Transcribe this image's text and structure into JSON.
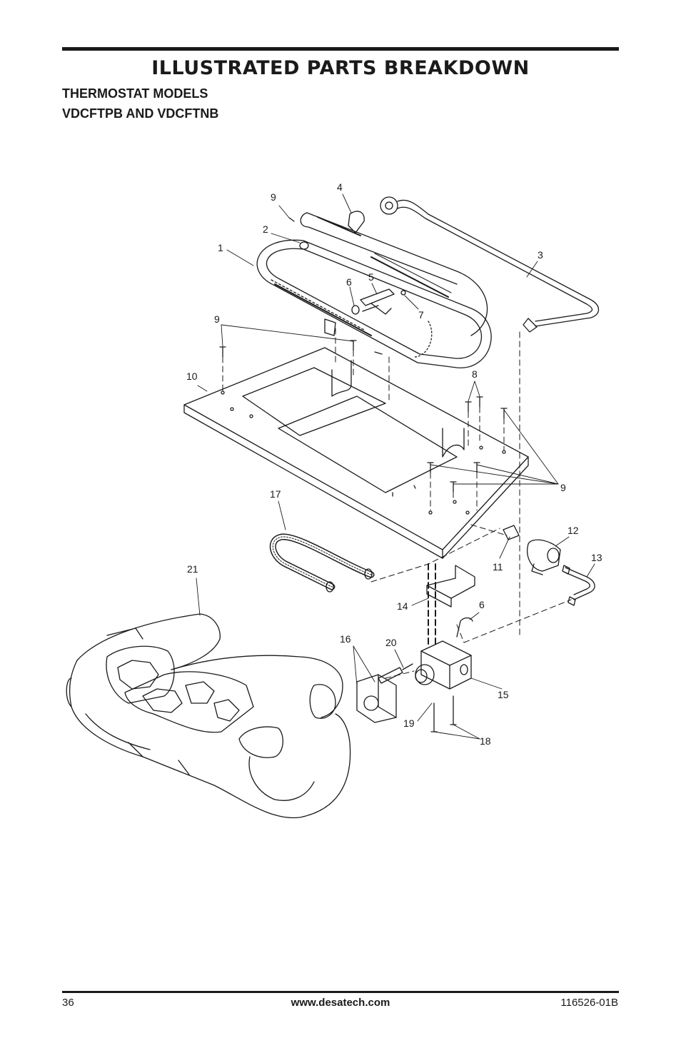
{
  "header": {
    "title": "ILLUSTRATED PARTS BREAKDOWN",
    "subtitle_line1": "THERMOSTAT MODELS",
    "subtitle_line2": "VDCFTPB AND VDCFTNB"
  },
  "callouts": {
    "c1": "1",
    "c2": "2",
    "c3": "3",
    "c4": "4",
    "c5": "5",
    "c6a": "6",
    "c6b": "6",
    "c7": "7",
    "c8": "8",
    "c9a": "9",
    "c9b": "9",
    "c9c": "9",
    "c10": "10",
    "c11": "11",
    "c12": "12",
    "c13": "13",
    "c14": "14",
    "c15": "15",
    "c16": "16",
    "c17": "17",
    "c18": "18",
    "c19": "19",
    "c20": "20",
    "c21": "21"
  },
  "footer": {
    "page_number": "36",
    "website": "www.desatech.com",
    "part_number": "116526-01B"
  }
}
